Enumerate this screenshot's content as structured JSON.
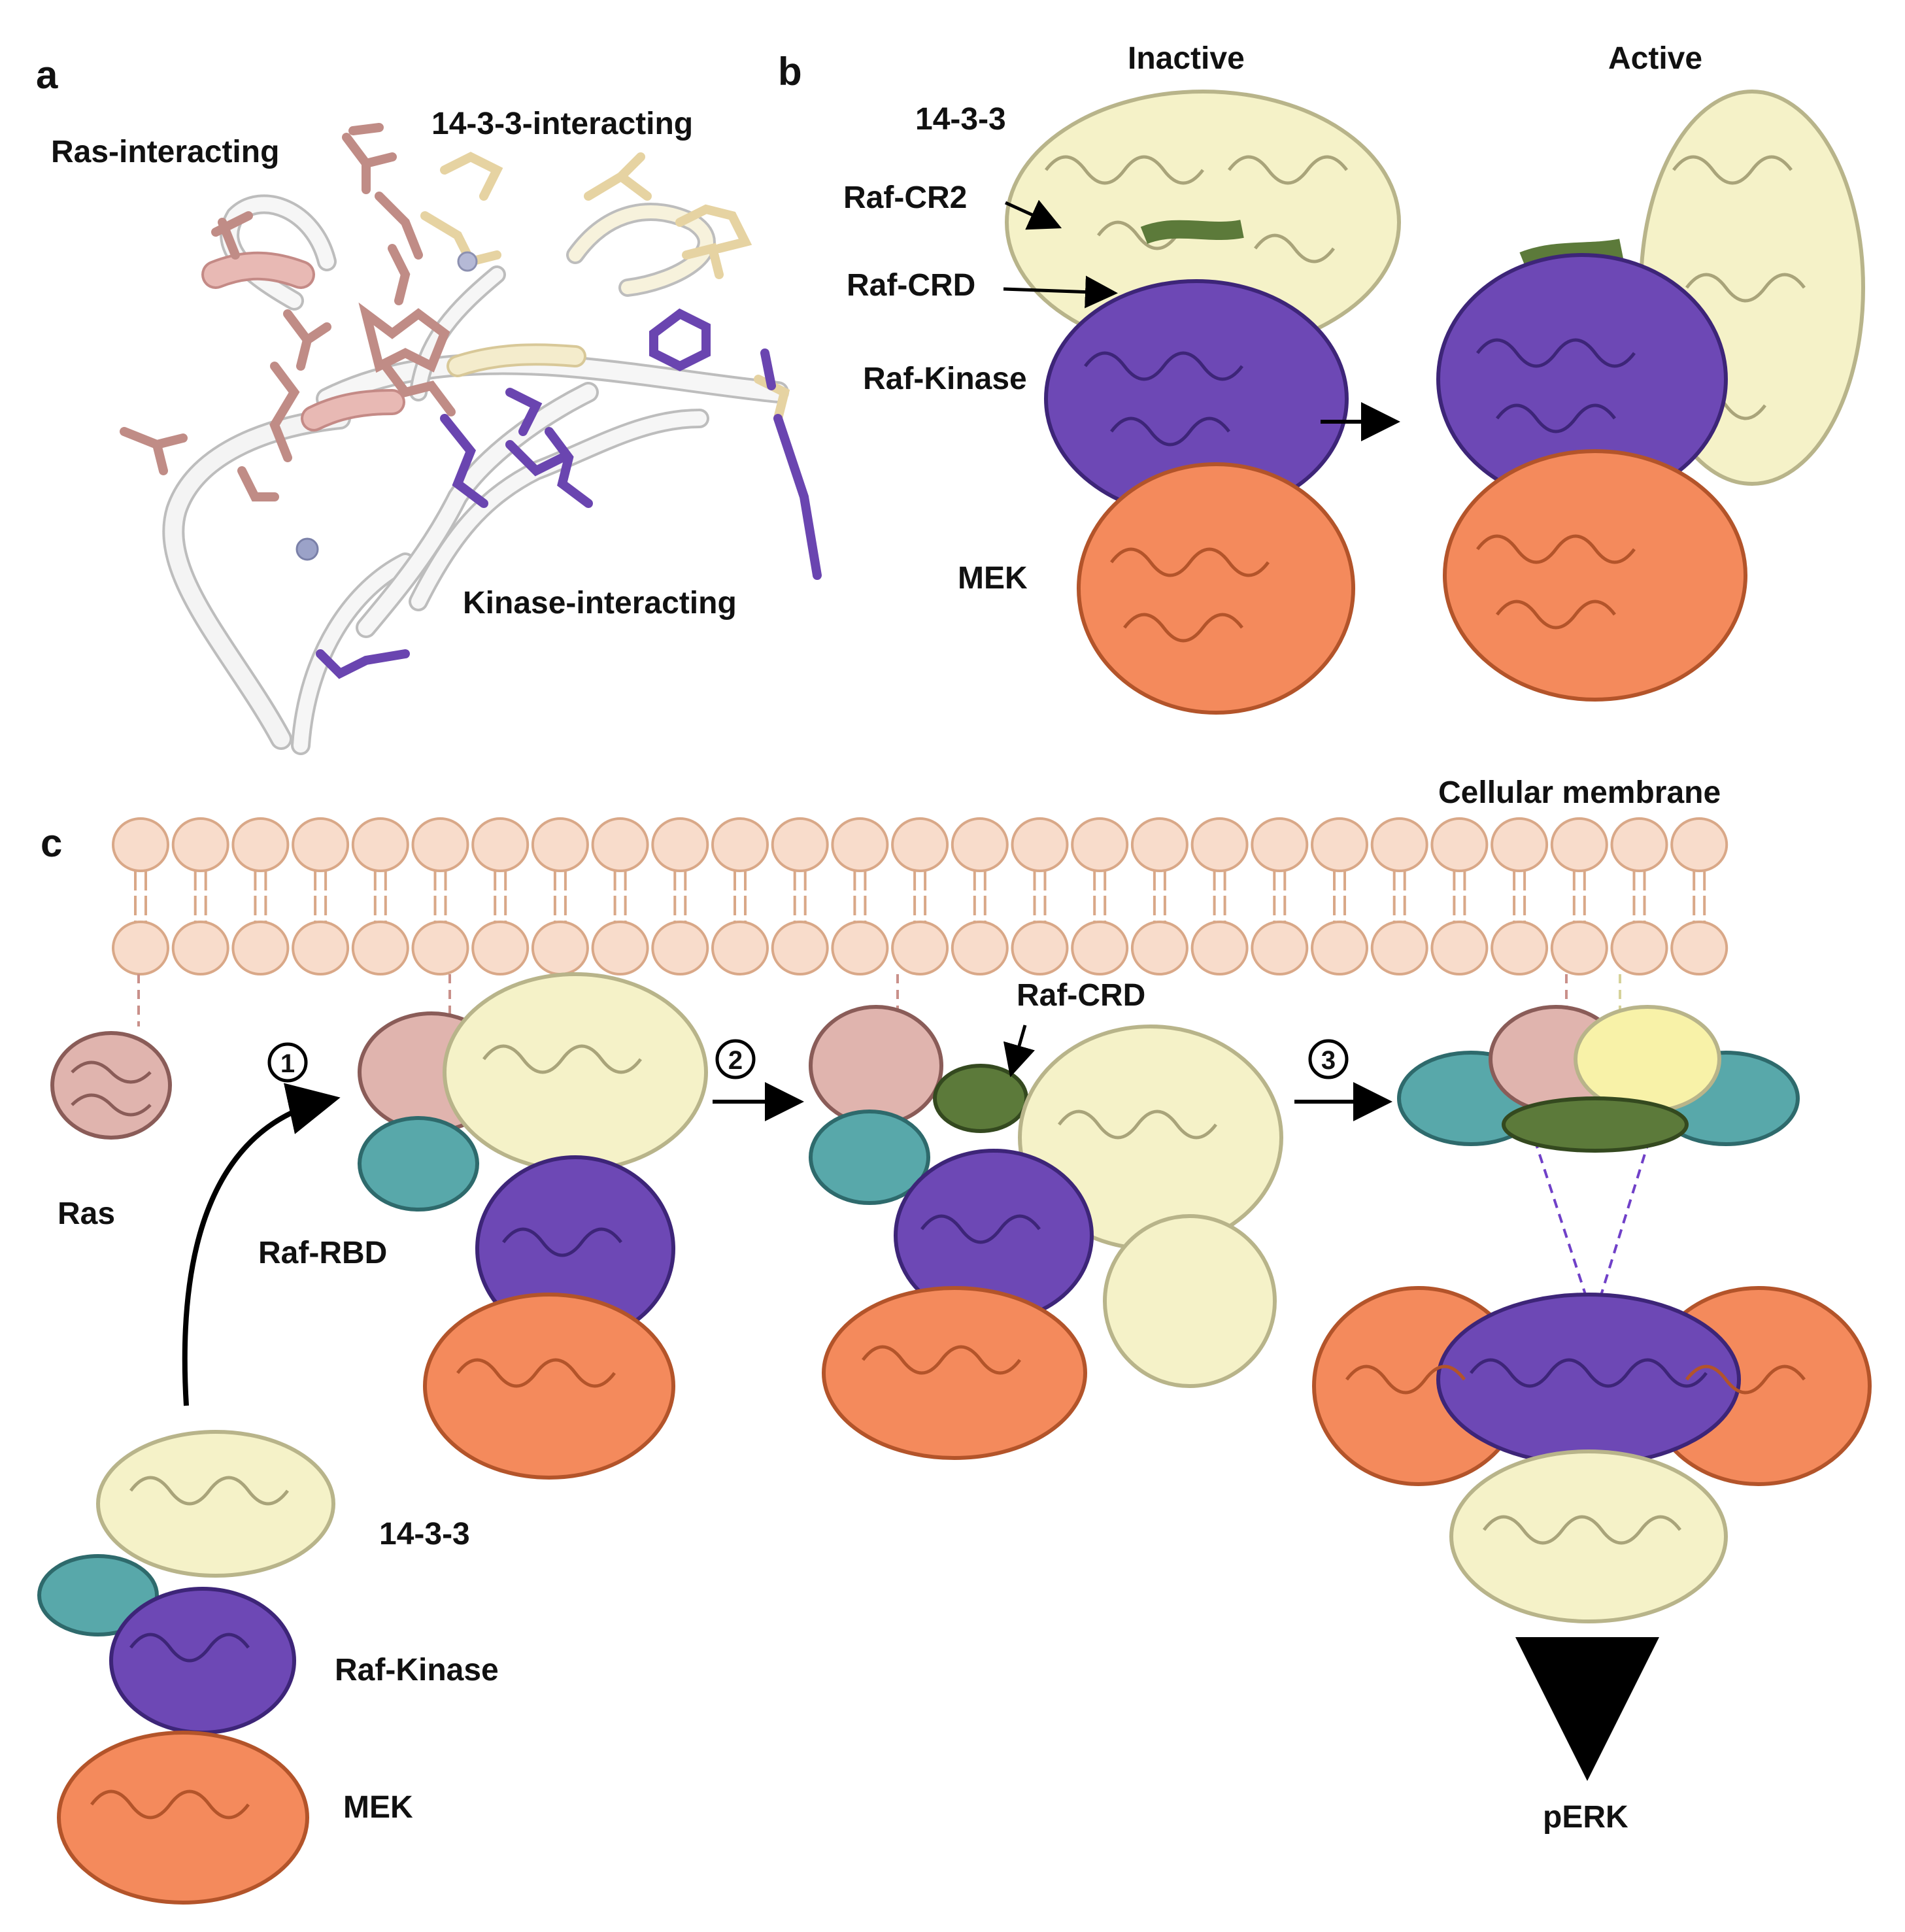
{
  "panels": {
    "a": {
      "letter": "a",
      "labels": {
        "ras": "Ras-interacting",
        "fourteen": "14-3-3-interacting",
        "kinase": "Kinase-interacting"
      }
    },
    "b": {
      "letter": "b",
      "state_inactive": "Inactive",
      "state_active": "Active",
      "labels": {
        "fourteen": "14-3-3",
        "cr2": "Raf-CR2",
        "crd": "Raf-CRD",
        "kinase": "Raf-Kinase",
        "mek": "MEK"
      }
    },
    "c": {
      "letter": "c",
      "membrane_label": "Cellular membrane",
      "steps": [
        "1",
        "2",
        "3"
      ],
      "labels": {
        "ras": "Ras",
        "rbd": "Raf-RBD",
        "crd": "Raf-CRD",
        "fourteen": "14-3-3",
        "kinase": "Raf-Kinase",
        "mek": "MEK",
        "perk": "pERK"
      }
    }
  },
  "colors": {
    "ras": "#d4a5a0",
    "fourteen": "#f2efc0",
    "crd": "#5c7a3a",
    "kinase": "#5a35a0",
    "mek": "#f08a5a",
    "rbd": "#4f9ea0",
    "membrane_fill": "#f8dccb",
    "membrane_stroke": "#d9a888",
    "ras_dash": "#c9908a",
    "kinase_dash": "#7040c8"
  }
}
